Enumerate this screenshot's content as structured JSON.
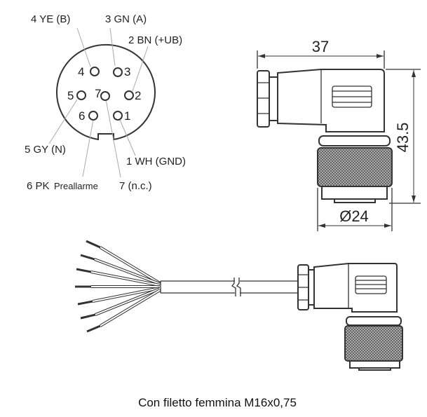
{
  "pinout": {
    "pins": [
      {
        "number": "1",
        "label": "1 WH (GND)"
      },
      {
        "number": "2",
        "label": "2 BN (+UB)"
      },
      {
        "number": "3",
        "label": "3 GN (A)"
      },
      {
        "number": "4",
        "label": "4 YE (B)"
      },
      {
        "number": "5",
        "label": "5 GY (N)"
      },
      {
        "number": "6",
        "label_code": "6 PK",
        "label_desc": "Preallarme"
      },
      {
        "number": "7",
        "label": "7 (n.c.)"
      }
    ]
  },
  "dimensions": {
    "width": "37",
    "height": "43.5",
    "diameter": "Ø24"
  },
  "caption": "Con filetto femmina M16x0,75"
}
